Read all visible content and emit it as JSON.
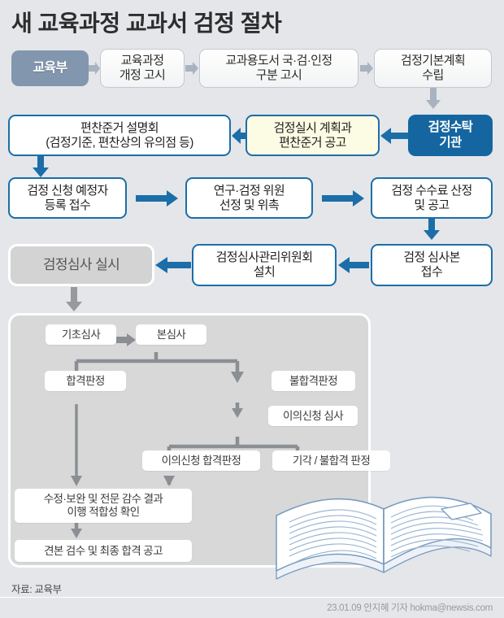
{
  "header": {
    "title": "새 교육과정 교과서 검정 절차"
  },
  "flow": {
    "row1": [
      {
        "id": "ministry",
        "label": "교육부",
        "style": "dept"
      },
      {
        "id": "curriculum",
        "label": "교육과정\n개정 고시",
        "style": "plain"
      },
      {
        "id": "classification",
        "label": "교과용도서 국·검·인정\n구분 고시",
        "style": "plain"
      },
      {
        "id": "basic-plan",
        "label": "검정기본계획\n수립",
        "style": "plain"
      }
    ],
    "row2": [
      {
        "id": "briefing",
        "label": "편찬준거 설명회\n(검정기준, 편찬상의 유의점 등)",
        "style": "blue-outline"
      },
      {
        "id": "notice",
        "label": "검정실시 계획과\n편찬준거 공고",
        "style": "yellow"
      },
      {
        "id": "agency",
        "label": "검정수탁\n기관",
        "style": "blue-fill"
      }
    ],
    "row3": [
      {
        "id": "applicant-registration",
        "label": "검정 신청 예정자\n등록 접수",
        "style": "blue-outline"
      },
      {
        "id": "committee-appointment",
        "label": "연구·검정 위원\n선정 및 위촉",
        "style": "blue-outline"
      },
      {
        "id": "fee-calculation",
        "label": "검정 수수료 산정\n및 공고",
        "style": "blue-outline"
      }
    ],
    "row4": [
      {
        "id": "review-execution",
        "label": "검정심사 실시",
        "style": "gray-chip"
      },
      {
        "id": "management-committee",
        "label": "검정심사관리위원회\n설치",
        "style": "blue-outline"
      },
      {
        "id": "submission-receipt",
        "label": "검정 심사본\n접수",
        "style": "blue-outline"
      }
    ]
  },
  "panel": {
    "nodes": [
      {
        "id": "basic-review",
        "label": "기초심사"
      },
      {
        "id": "main-review",
        "label": "본심사"
      },
      {
        "id": "pass-decision",
        "label": "합격판정"
      },
      {
        "id": "fail-decision",
        "label": "불합격판정"
      },
      {
        "id": "appeal-review",
        "label": "이의신청 심사"
      },
      {
        "id": "appeal-pass",
        "label": "이의신청 합격판정"
      },
      {
        "id": "reject-fail",
        "label": "기각 / 불합격 판정"
      },
      {
        "id": "correction-check",
        "label": "수정·보완 및 전문 감수 결과\n이행 적합성 확인"
      },
      {
        "id": "final-announcement",
        "label": "견본 검수 및 최종 합격 공고"
      }
    ]
  },
  "footer": {
    "source": "자료: 교육부",
    "credit": "23.01.09 안지혜 기자 hokma@newsis.com"
  },
  "palette": {
    "page_bg": "#e4e6ea",
    "dept_fill": "#8296ae",
    "accent_blue": "#1566a0",
    "arrow_blue": "#1b6ea8",
    "arrow_gray": "#8b8f94",
    "panel_bg": "#d8d8d8",
    "yellow_fill": "#fcfbe3",
    "book_line": "#7a9cc0"
  }
}
